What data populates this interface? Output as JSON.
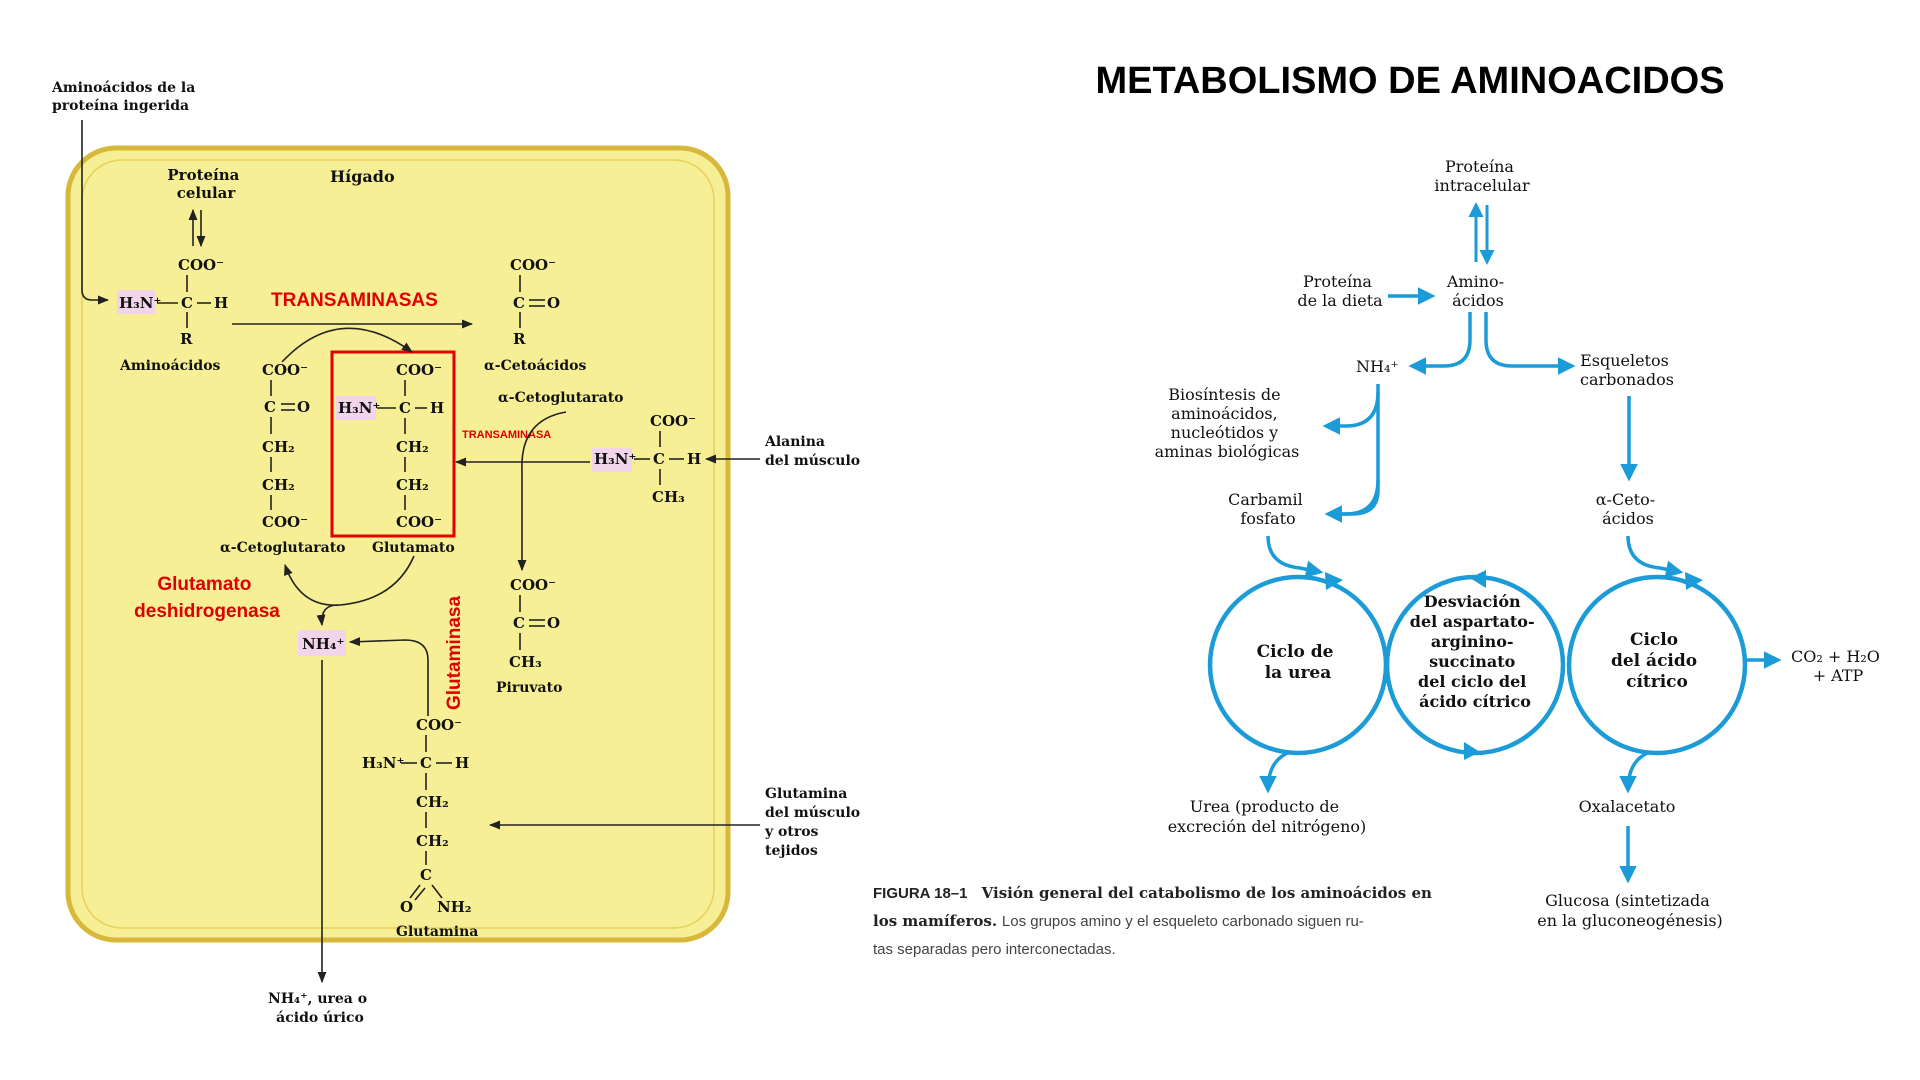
{
  "main_title": "METABOLISMO DE AMINOACIDOS",
  "left_panel": {
    "ingested_amino_acids": [
      "Aminoácidos de la",
      "proteína ingerida"
    ],
    "liver": "Hígado",
    "cell_protein": [
      "Proteína",
      "celular"
    ],
    "amino_acid_top": "COO⁻",
    "amino_acid_left": "H₃N⁺",
    "amino_acid_c": "C",
    "amino_acid_h": "H",
    "amino_acid_r": "R",
    "amino_acids_label": "Aminoácidos",
    "transaminases_label": "TRANSAMINASAS",
    "keto_acid_top": "COO⁻",
    "keto_acid_c": "C",
    "keto_acid_o": "O",
    "keto_acid_r": "R",
    "keto_acids_label": "α-Cetoácidos",
    "akg_column": [
      "COO⁻",
      "C",
      "O",
      "CH₂",
      "CH₂",
      "COO⁻"
    ],
    "akg_label": "α-Cetoglutarato",
    "glu_column": [
      "COO⁻",
      "H₃N⁺",
      "C",
      "H",
      "CH₂",
      "CH₂",
      "COO⁻"
    ],
    "glu_label": "Glutamato",
    "akg_mid_label": "α-Cetoglutarato",
    "transaminase_small": "TRANSAMINASA",
    "ala_column": [
      "COO⁻",
      "H₃N⁺",
      "C",
      "H",
      "CH₃"
    ],
    "alanine_source": [
      "Alanina",
      "del músculo"
    ],
    "gdh_label": [
      "Glutamato",
      "deshidrogenasa"
    ],
    "nh4": "NH₄⁺",
    "glutaminase_label": "Glutaminasa",
    "pyruvate_column": [
      "COO⁻",
      "C",
      "O",
      "CH₃"
    ],
    "pyruvate_label": "Piruvato",
    "gln_column": [
      "COO⁻",
      "H₃N⁺",
      "C",
      "H",
      "CH₂",
      "CH₂",
      "C",
      "O",
      "NH₂"
    ],
    "gln_label": "Glutamina",
    "glutamine_source": [
      "Glutamina",
      "del músculo",
      "y otros",
      "tejidos"
    ],
    "bottom_output": [
      "NH₄⁺, urea o",
      "ácido úrico"
    ]
  },
  "right_panel": {
    "intracellular_protein": [
      "Proteína",
      "intracelular"
    ],
    "diet_protein": [
      "Proteína",
      "de la dieta"
    ],
    "amino_acids": [
      "Amino-",
      "ácidos"
    ],
    "nh4": "NH₄⁺",
    "carbon_skeletons": [
      "Esqueletos",
      "carbonados"
    ],
    "biosynthesis": [
      "Biosíntesis de",
      "aminoácidos,",
      "nucleótidos y",
      "aminas biológicas"
    ],
    "carbamoyl_phosphate": [
      "Carbamil",
      "fosfato"
    ],
    "keto_acids": [
      "α-Ceto-",
      "ácidos"
    ],
    "urea_cycle": [
      "Ciclo de",
      "la urea"
    ],
    "aspartate_shunt": [
      "Desviación",
      "del aspartato-",
      "arginino-",
      "succinato",
      "del ciclo del",
      "ácido cítrico"
    ],
    "citric_cycle": [
      "Ciclo",
      "del ácido",
      "cítrico"
    ],
    "outputs_citric": [
      "CO₂ + H₂O",
      "+ ATP"
    ],
    "urea": [
      "Urea (producto de",
      "excreción del nitrógeno)"
    ],
    "oxaloacetate": "Oxalacetato",
    "glucose": [
      "Glucosa (sintetizada",
      "en la gluconeogénesis)"
    ],
    "caption": {
      "figure_label": "FIGURA 18–1",
      "bold_text_1": "Visión general del catabolismo de los aminoácidos en",
      "bold_text_2": "los mamíferos.",
      "text_2": " Los grupos amino y el esqueleto carbonado siguen ru-",
      "text_3": "tas separadas pero interconectadas."
    }
  }
}
